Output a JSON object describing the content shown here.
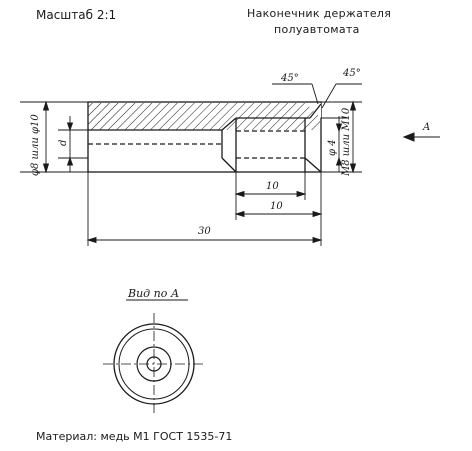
{
  "header": {
    "scale": "Масштаб 2:1",
    "title_line1": "Наконечник держателя",
    "title_line2": "полуавтомата"
  },
  "drawing": {
    "chamfer_left": "45°",
    "chamfer_right": "45°",
    "dim_length_total": "30",
    "dim_bore_depth": "10",
    "dim_thread_depth": "10",
    "dim_outer": "φ8 шли φ10",
    "dim_d": "d",
    "dim_bore": "φ 4",
    "dim_thread": "М8 шли М10",
    "view_arrow_label": "A",
    "view_title": "Вид по А"
  },
  "footer": {
    "material": "Материал: медь М1 ГОСТ 1535-71"
  }
}
